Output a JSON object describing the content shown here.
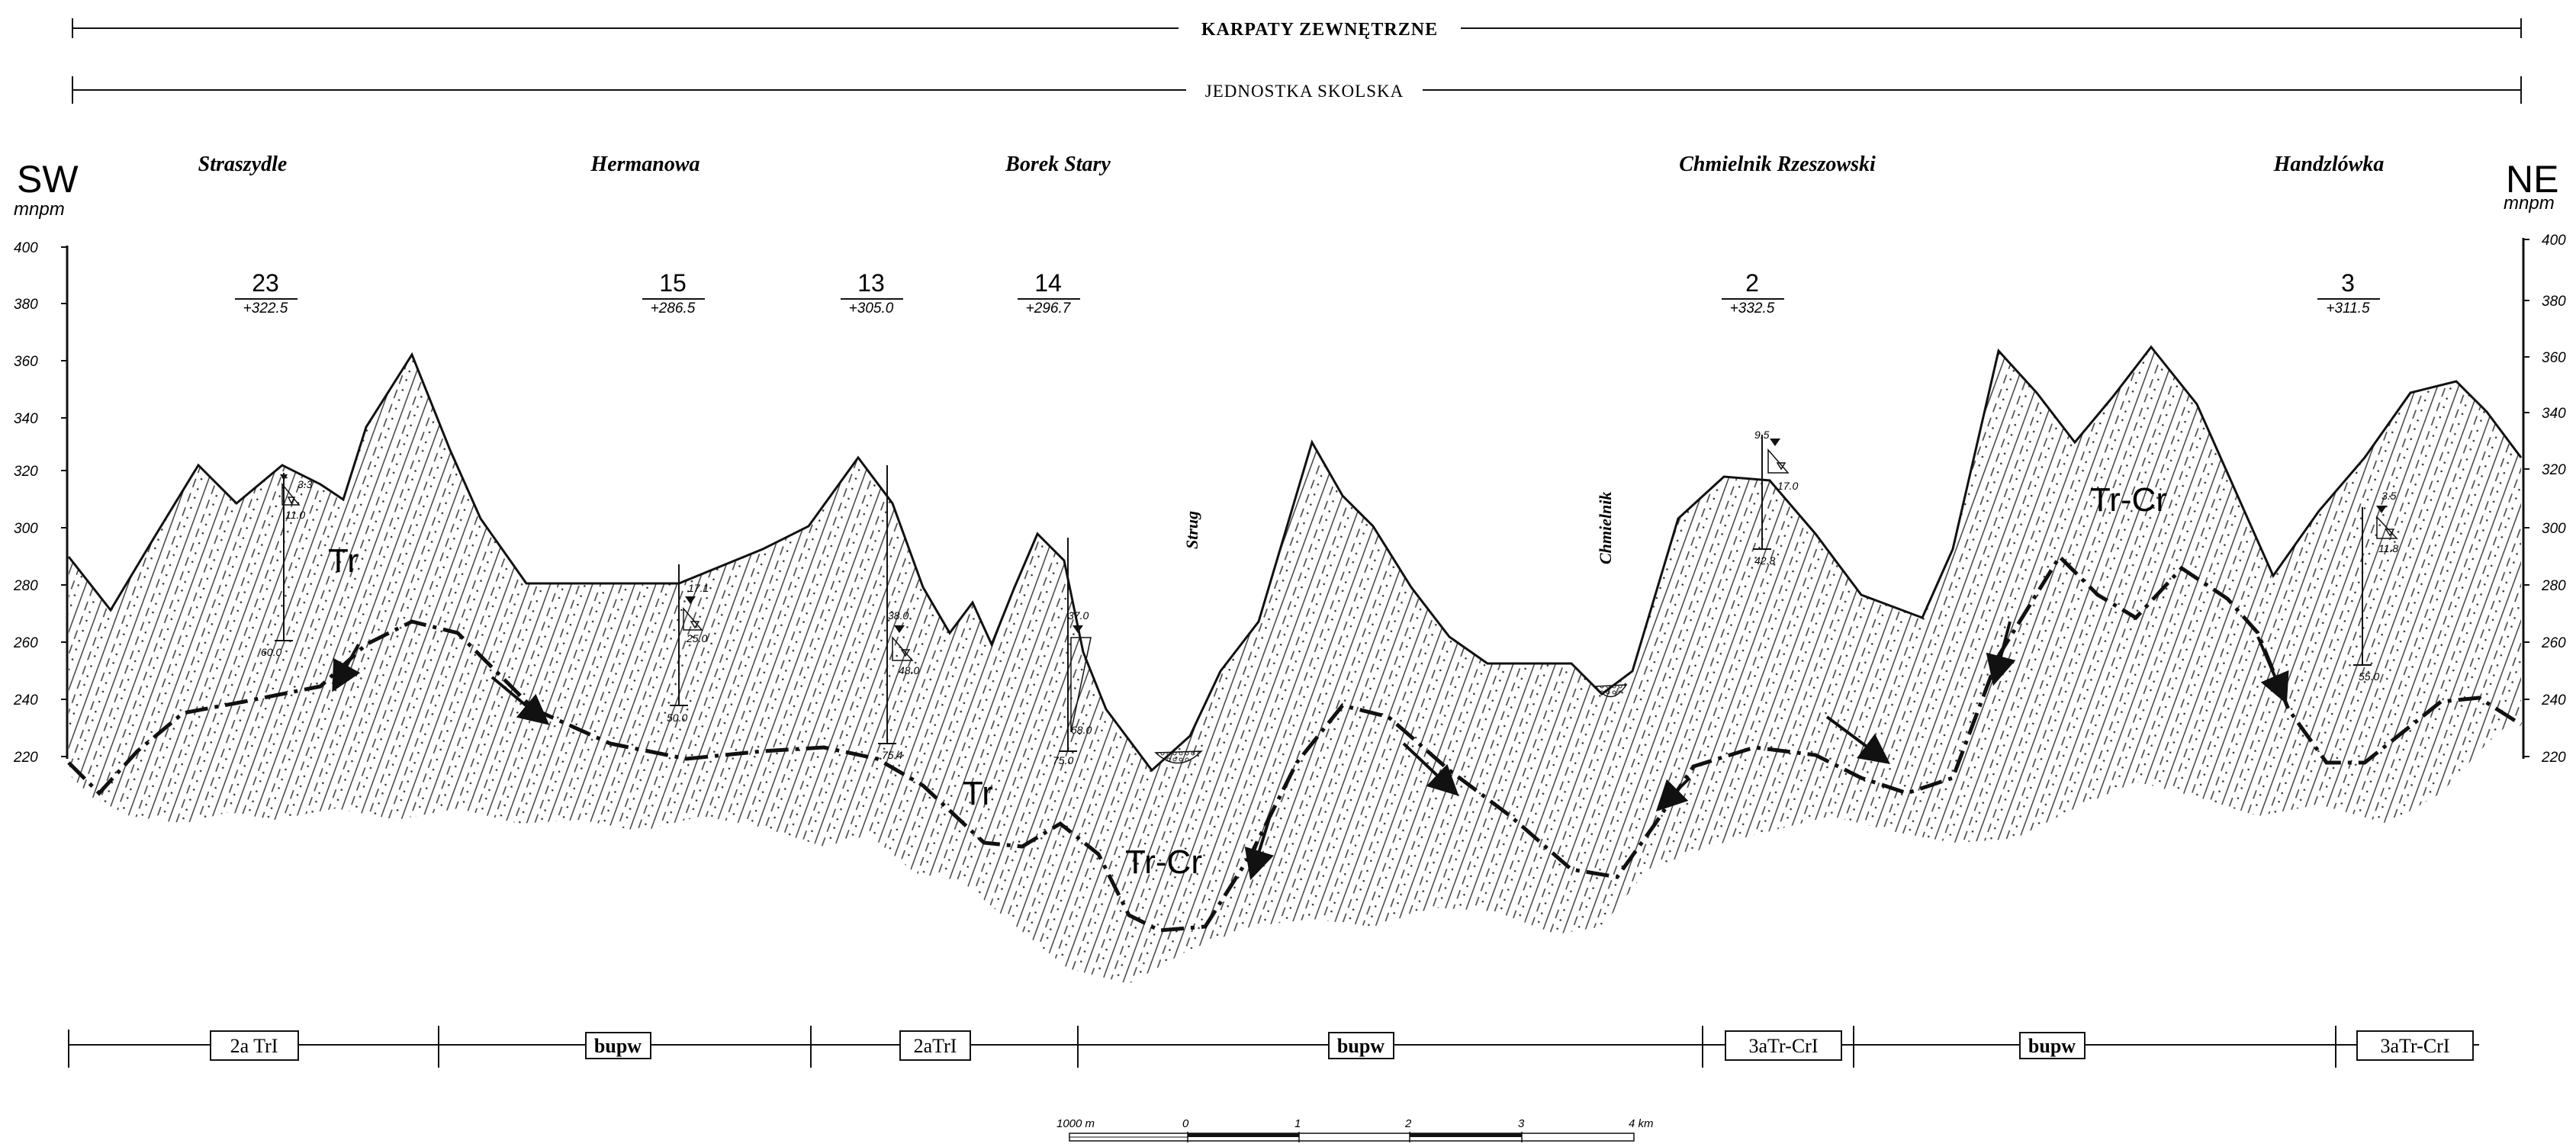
{
  "header": {
    "top_unit": "KARPATY ZEWNĘTRZNE",
    "sub_unit": "JEDNOSTKA SKOLSKA"
  },
  "orientation": {
    "left": "SW",
    "right": "NE",
    "unit": "mnpm"
  },
  "localities": [
    "Straszydle",
    "Hermanowa",
    "Borek Stary",
    "Chmielnik Rzeszowski",
    "Handzlówka"
  ],
  "elevation_axis": {
    "ticks": [
      "400",
      "380",
      "360",
      "340",
      "320",
      "300",
      "280",
      "260",
      "240",
      "220"
    ]
  },
  "boreholes": [
    {
      "number": "23",
      "elevation": "+322.5",
      "depths": [
        "3.3",
        "11.0",
        "60.0"
      ]
    },
    {
      "number": "15",
      "elevation": "+286.5",
      "depths": [
        "17.1",
        "25.0",
        "50.0"
      ]
    },
    {
      "number": "13",
      "elevation": "+305.0",
      "depths": [
        "38.0",
        "48.0",
        "75.4"
      ]
    },
    {
      "number": "14",
      "elevation": "+296.7",
      "depths": [
        "37.0",
        "68.0",
        "75.0"
      ]
    },
    {
      "number": "2",
      "elevation": "+332.5",
      "depths": [
        "9.5",
        "17.0",
        "42.8"
      ]
    },
    {
      "number": "3",
      "elevation": "+311.5",
      "depths": [
        "3.5",
        "11.8",
        "55.0"
      ]
    }
  ],
  "stratigraphy_labels": [
    "Tr",
    "Tr",
    "Tr-Cr",
    "Tr-Cr"
  ],
  "rivers": [
    "Strug",
    "Chmielnik"
  ],
  "zones": [
    "2a TrI",
    "bupw",
    "2aTrI",
    "bupw",
    "3aTr-CrI",
    "bupw",
    "3aTr-CrI"
  ],
  "scale_bar": {
    "labels": [
      "1000 m",
      "0",
      "1",
      "2",
      "3",
      "4 km"
    ]
  }
}
